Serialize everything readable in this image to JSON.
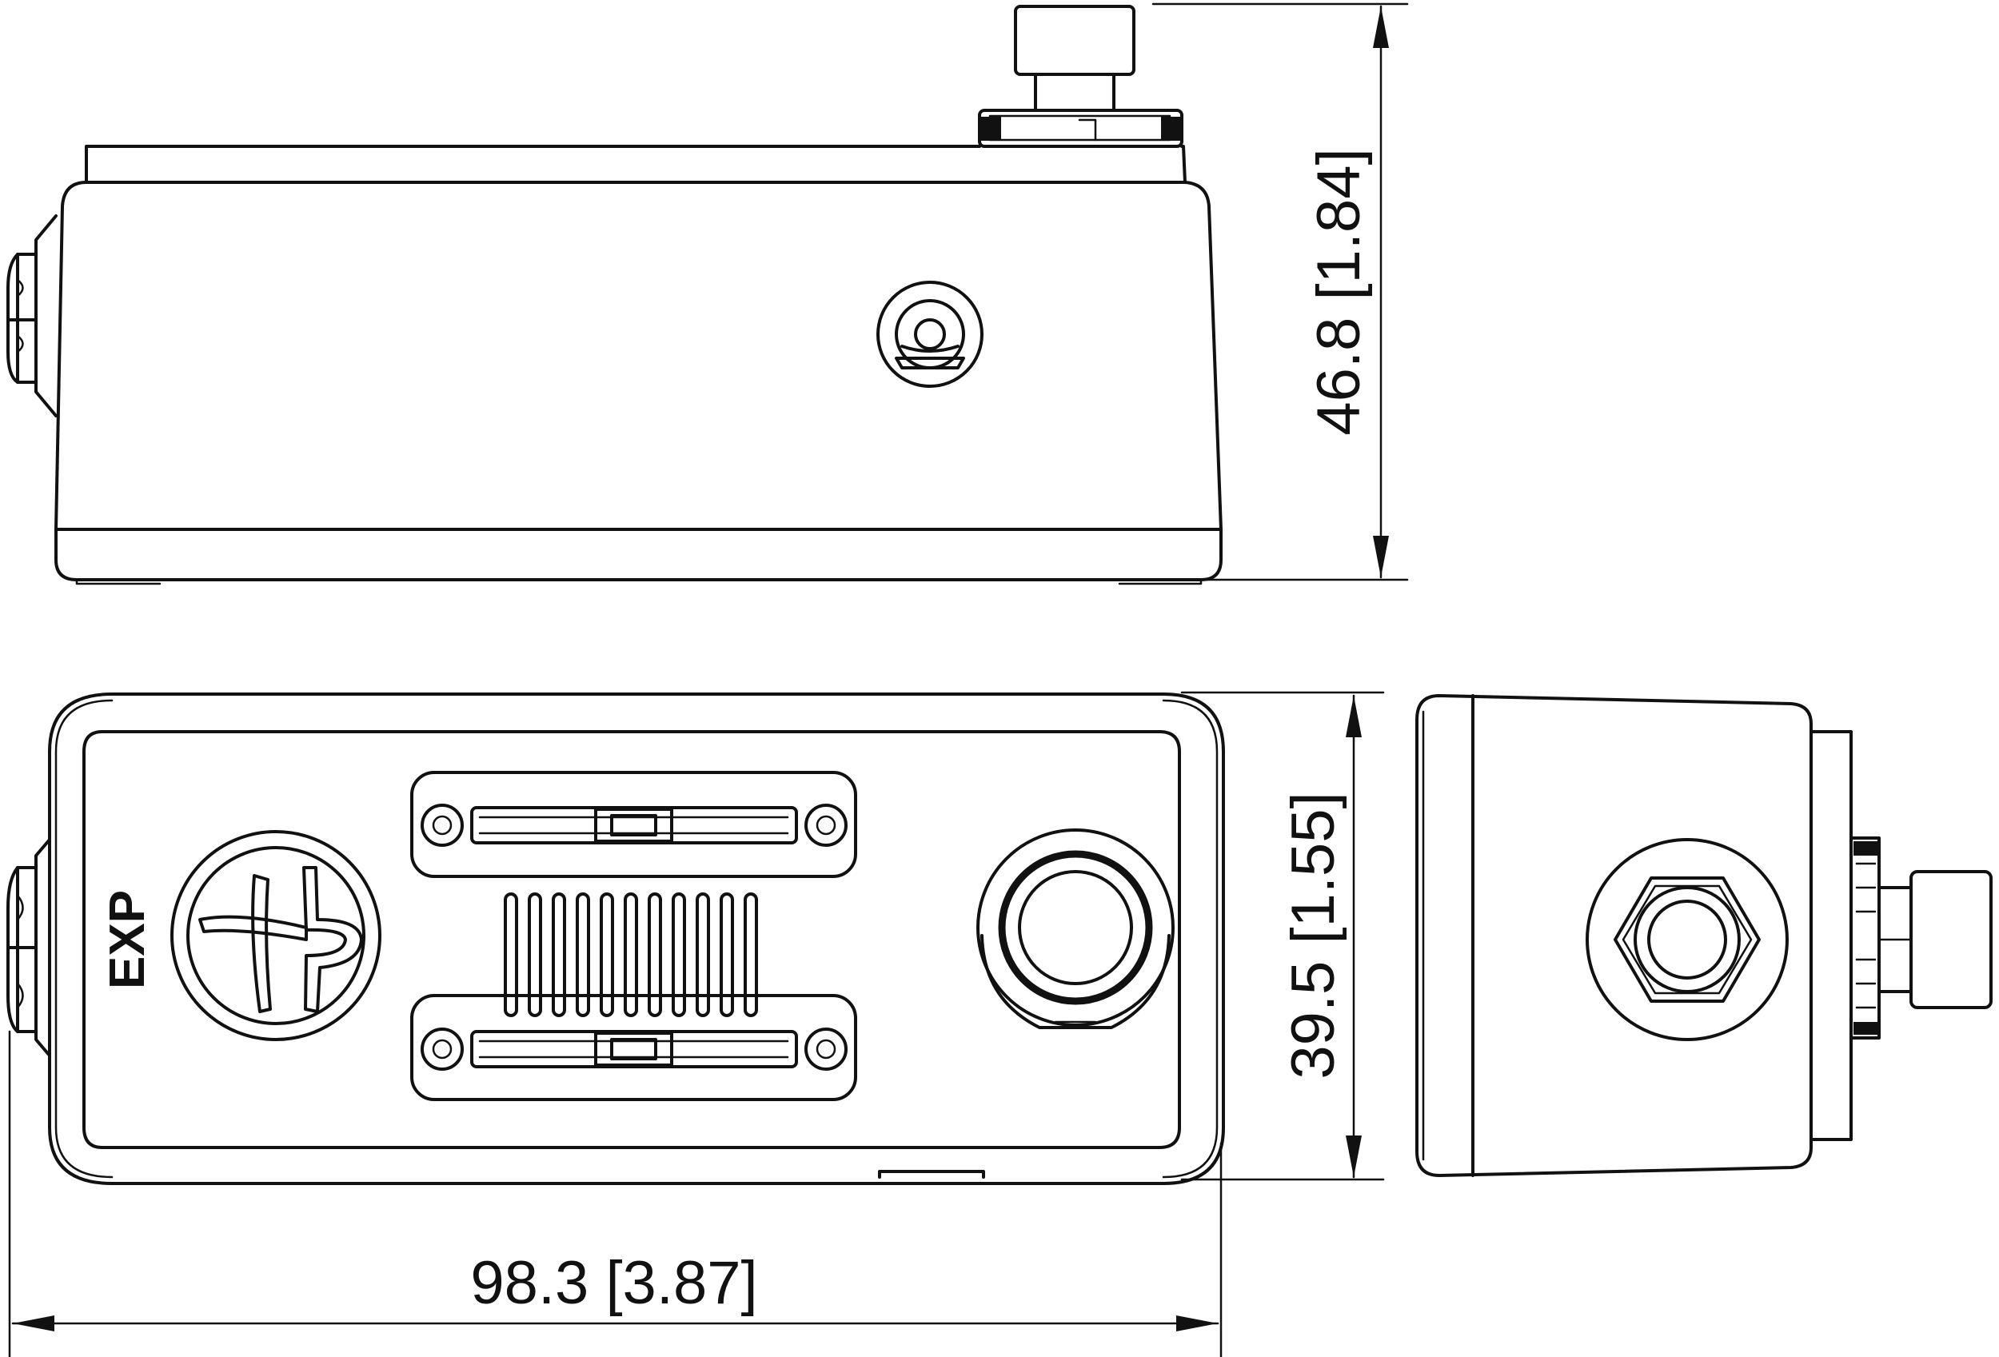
{
  "dimensions": {
    "height": "46.8 [1.84]",
    "depth": "39.5 [1.55]",
    "width": "98.3 [3.87]"
  },
  "labels": {
    "jack_mark": "EXP"
  },
  "colors": {
    "line": "#111111",
    "background": "#ffffff"
  },
  "icons": {
    "logo": "stylized-t-logo-icon",
    "footswitch": "footswitch-icon",
    "led": "led-indicator-icon",
    "jack": "quarter-inch-jack-icon"
  }
}
